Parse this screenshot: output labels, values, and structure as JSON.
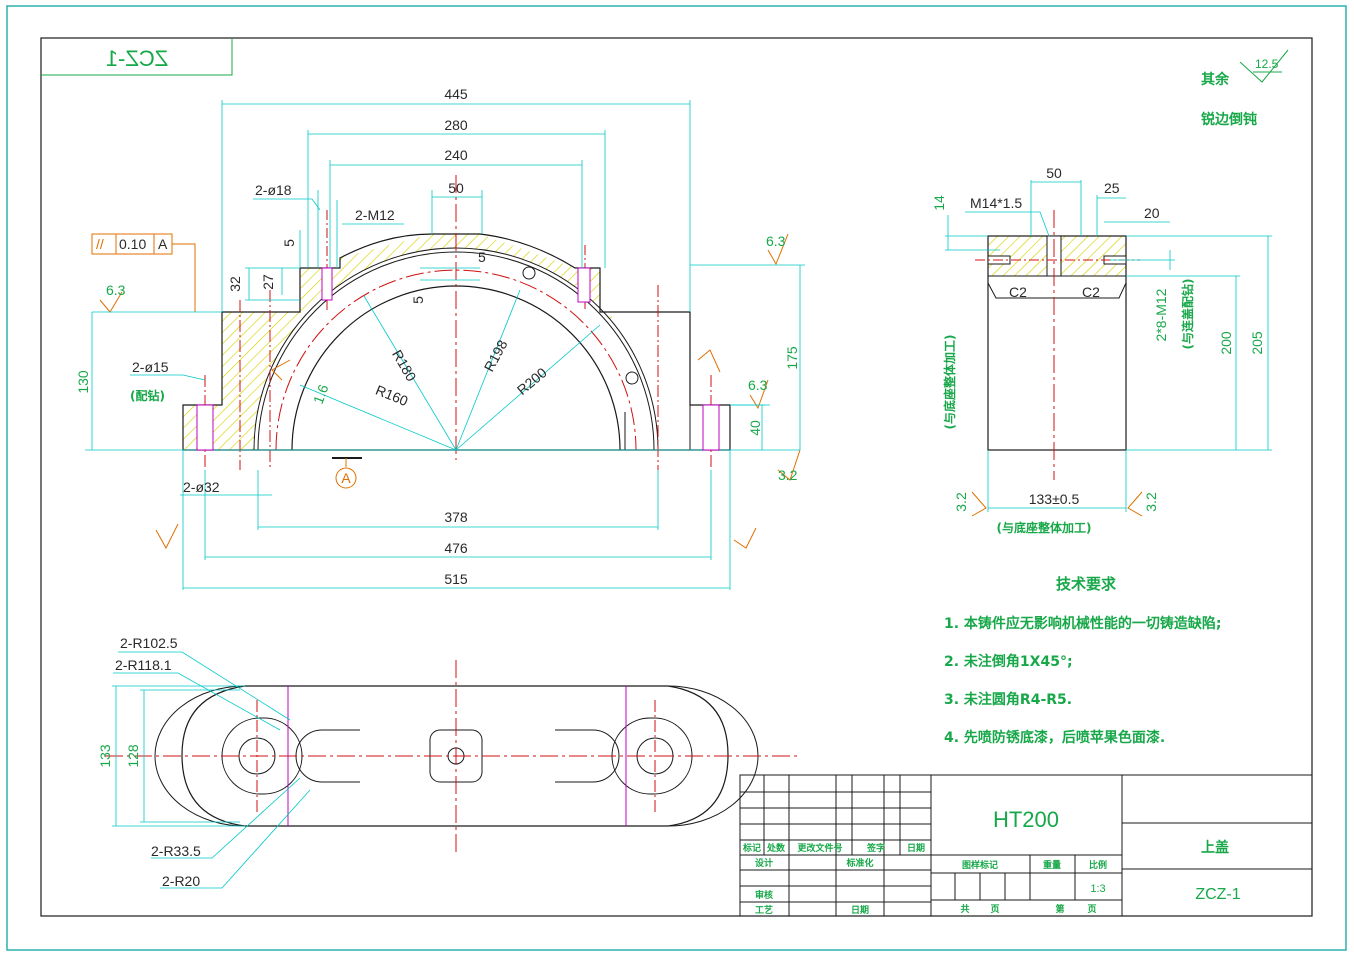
{
  "drawing_code_mirrored": "ZCZ-1",
  "surface_note": {
    "prefix": "其余",
    "roughness": "12.5",
    "edge_note": "锐边倒钝"
  },
  "front_view": {
    "dims_top": [
      "445",
      "280",
      "240",
      "50"
    ],
    "hole_labels": {
      "a": "2-ø18",
      "b": "2-M12"
    },
    "small_dims": {
      "d5a": "5",
      "d5b": "5",
      "d5c": "5",
      "d32": "32",
      "d27": "27"
    },
    "tolerance_frame": {
      "symbol": "//",
      "value": "0.10",
      "datum": "A"
    },
    "radii": {
      "r180": "R180",
      "r198": "R198",
      "r160": "R160",
      "r200": "R200"
    },
    "roughness": {
      "r63a": "6.3",
      "r63b": "6.3",
      "r63c": "6.3",
      "r16": "1.6",
      "r32": "3.2"
    },
    "dims_side": {
      "d130": "130",
      "d175": "175",
      "d40": "40"
    },
    "pin_label": "2-ø15",
    "pin_note": "(配钻)",
    "bolt_label": "2-ø32",
    "datum_label": "A",
    "dims_bottom": [
      "378",
      "476",
      "515"
    ]
  },
  "side_view": {
    "dims_top": {
      "d50": "50",
      "d25": "25",
      "d20": "20",
      "d14": "14"
    },
    "thread_label": "M14*1.5",
    "chamfers": [
      "C2",
      "C2"
    ],
    "side_thread": "2*8-M12",
    "side_thread_note": "(与连盖配钻)",
    "dims_right": {
      "d200": "200",
      "d205": "205"
    },
    "left_note": "(与底座整体加工)",
    "width_dim": "133±0.5",
    "bottom_note": "(与底座整体加工)",
    "roughness": {
      "left": "3.2",
      "right": "3.2"
    }
  },
  "tech_requirements": {
    "title": "技术要求",
    "items": [
      "1.  本铸件应无影响机械性能的一切铸造缺陷;",
      "2.  未注倒角1X45°;",
      "3.  未注圆角R4-R5.",
      "4.  先喷防锈底漆，后喷苹果色面漆."
    ]
  },
  "top_view": {
    "radius_labels": [
      "2-R102.5",
      "2-R118.1",
      "2-R33.5",
      "2-R20"
    ],
    "dims": {
      "d133": "133",
      "d128": "128"
    }
  },
  "title_block": {
    "material": "HT200",
    "part_name": "上盖",
    "drawing_no": "ZCZ-1",
    "scale": "1:3",
    "headers": [
      "标记",
      "处数",
      "更改文件号",
      "签字",
      "日期"
    ],
    "roles": [
      "设计",
      "标准化",
      "审核",
      "工艺",
      "日期"
    ],
    "info_labels": [
      "图样标记",
      "重量",
      "比例",
      "共",
      "页",
      "第",
      "页"
    ]
  },
  "colors": {
    "line": "#1a1a1a",
    "frame": "#2ab0b0",
    "dim": "#00c8c8",
    "text": "#18a84a",
    "hatch": "#d8d200",
    "center": "#d01010",
    "hidden": "#c000c0"
  }
}
